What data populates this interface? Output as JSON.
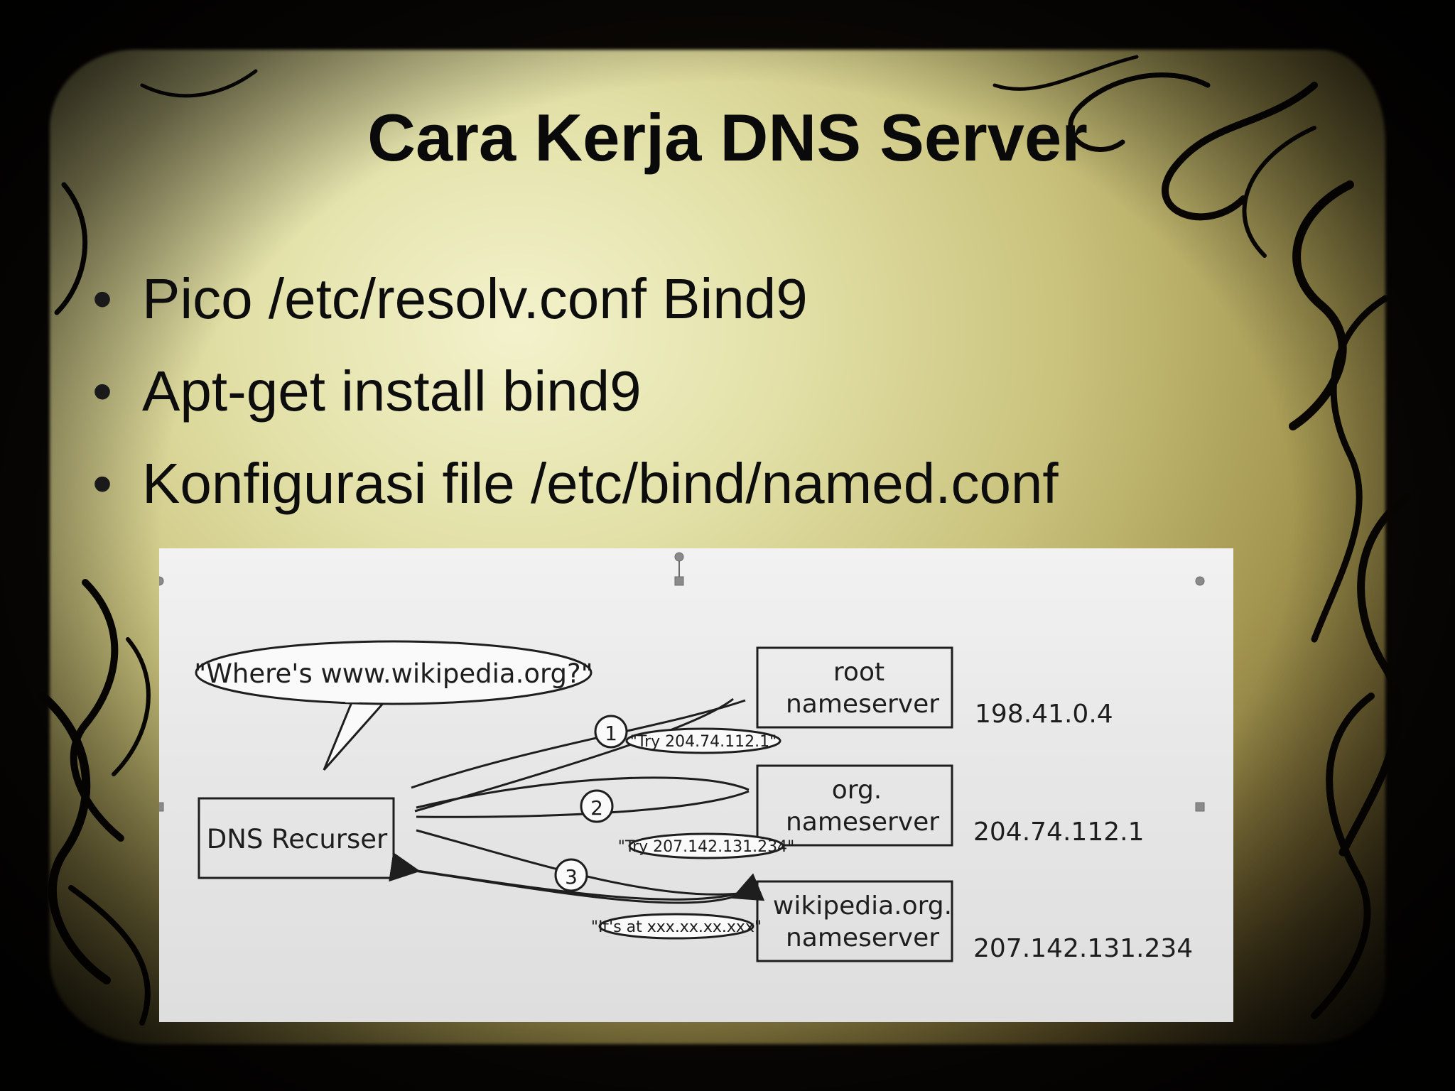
{
  "slide": {
    "title": "Cara Kerja DNS Server",
    "bullets": [
      "Pico /etc/resolv.conf Bind9",
      "Apt-get install bind9",
      "Konfigurasi file /etc/bind/named.conf"
    ],
    "bullet_glyph": "•"
  },
  "diagram": {
    "question": "\"Where's www.wikipedia.org?\"",
    "recurser": "DNS Recurser",
    "servers": [
      {
        "line1": "root",
        "line2": "nameserver",
        "ip": "198.41.0.4"
      },
      {
        "line1": "org.",
        "line2": "nameserver",
        "ip": "204.74.112.1"
      },
      {
        "line1": "wikipedia.org.",
        "line2": "nameserver",
        "ip": "207.142.131.234"
      }
    ],
    "steps": [
      "1",
      "2",
      "3"
    ],
    "replies": [
      "\"Try 204.74.112.1\"",
      "\"Try 207.142.131.234\"",
      "\"It's at xxx.xx.xx.xxx\""
    ]
  }
}
